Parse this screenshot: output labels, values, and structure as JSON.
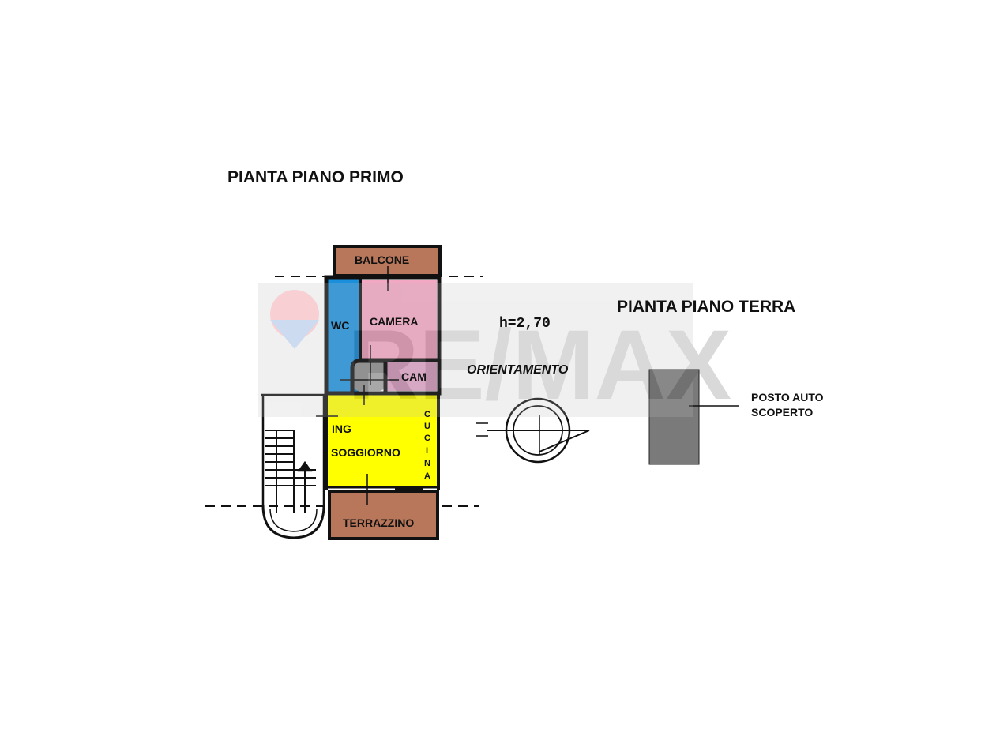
{
  "titles": {
    "first_floor": "PIANTA PIANO PRIMO",
    "ground_floor": "PIANTA PIANO TERRA"
  },
  "rooms": {
    "balcone": "BALCONE",
    "wc": "WC",
    "camera": "CAMERA",
    "cam": "CAM",
    "ing": "ING",
    "soggiorno": "SOGGIORNO",
    "cucina": [
      "C",
      "U",
      "C",
      "I",
      "N",
      "A"
    ],
    "terrazzino": "TERRAZZINO"
  },
  "height_label": "h=2,70",
  "orientation_label": "ORIENTAMENTO",
  "parking": {
    "line1": "POSTO AUTO",
    "line2": "SCOPERTO"
  },
  "watermark": "RE/MAX",
  "colors": {
    "balcony": "#b8775a",
    "wc": "#1a8fdb",
    "camera": "#f2a7c3",
    "cam": "#dfa3c6",
    "corridor": "#a3a3a3",
    "living": "#ffff00",
    "parking": "#7a7a7a"
  }
}
